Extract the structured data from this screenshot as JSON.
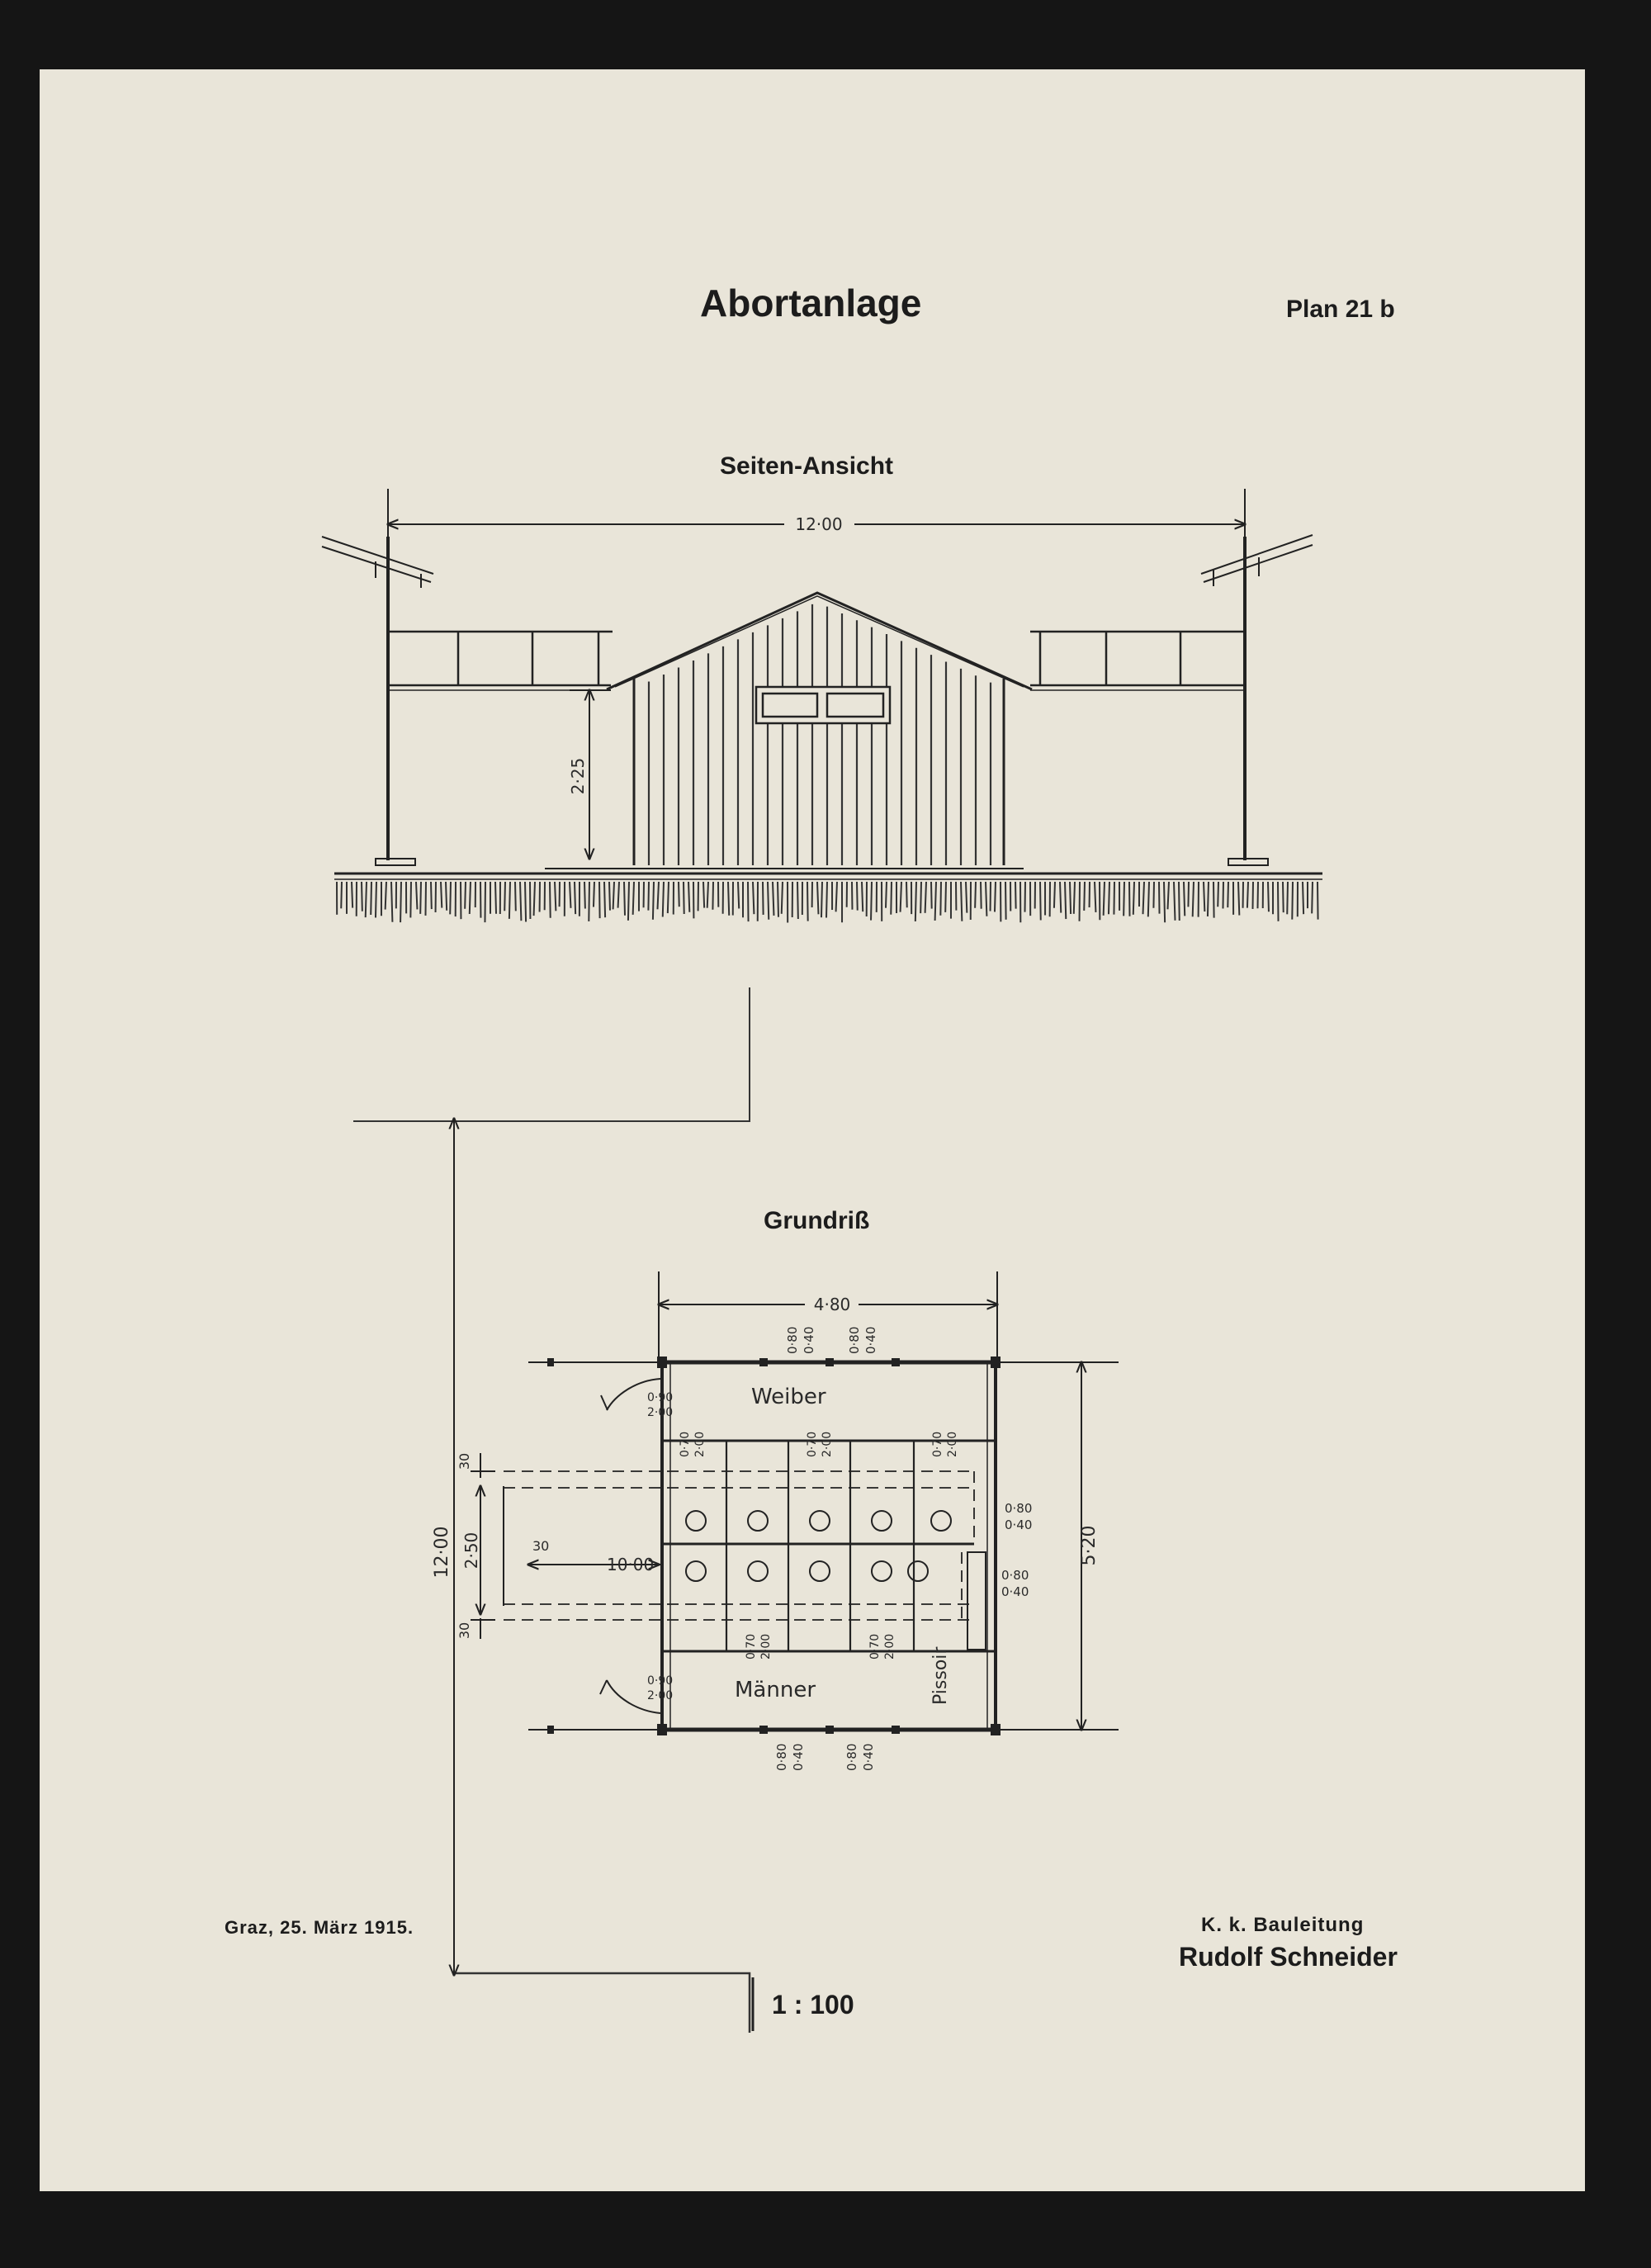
{
  "sheet": {
    "title": "Abortanlage",
    "plan_number": "Plan 21 b",
    "date_line": "Graz, 25. März 1915.",
    "office": "K. k. Bauleitung",
    "engineer": "Rudolf Schneider",
    "scale": "1 : 100"
  },
  "elevation": {
    "heading": "Seiten-Ansicht",
    "dim_width": "12·00",
    "dim_height": "2·25"
  },
  "floor_plan": {
    "heading": "Grundriß",
    "dim_width": "4·80",
    "dim_depth": "5·20",
    "dim_total": "12·00",
    "dim_pit_length": "10·00",
    "dim_pit_width": "2·50",
    "dim_edge_a": "30",
    "dim_edge_b": "30",
    "dim_edge_c": "30",
    "room_women": "Weiber",
    "room_men": "Männer",
    "room_urinal": "Pissoir",
    "door_small_top": "0·80",
    "door_small_bottom": "0·40",
    "door_large_top": "0·90",
    "door_large_bottom": "2·00",
    "stall_top": "0·70",
    "stall_bottom": "2·00"
  },
  "colors": {
    "paper": "#e9e5d9",
    "ink": "#1c1c1c",
    "background": "#151515"
  }
}
